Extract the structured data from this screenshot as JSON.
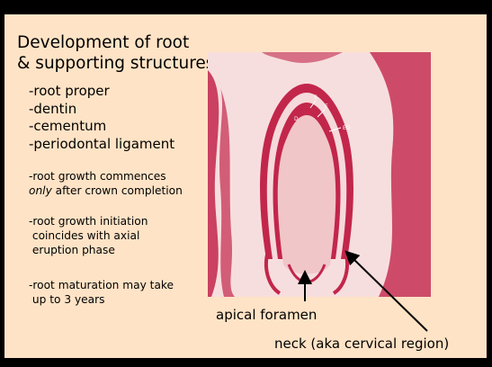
{
  "slide": {
    "title_lines": [
      "Development of root",
      "& supporting structures"
    ],
    "components": [
      "-root proper",
      "-dentin",
      "-cementum",
      "-periodontal ligament"
    ],
    "note1": {
      "prefix": "-root growth commences\n",
      "emphasis": "only",
      "suffix": " after crown completion"
    },
    "note2": "-root growth initiation\n coincides with axial\n eruption phase",
    "note3": "-root maturation may take\n up to 3 years"
  },
  "micrograph": {
    "labels": {
      "s": "S",
      "e": "E",
      "d": "D",
      "eo": "EO"
    },
    "colors": {
      "tissue_red": "#c2264b",
      "pulp_pink": "#f1c6c9",
      "background": "#f7dede"
    }
  },
  "callouts": {
    "apical": "apical foramen",
    "neck": "neck (aka cervical region)"
  }
}
